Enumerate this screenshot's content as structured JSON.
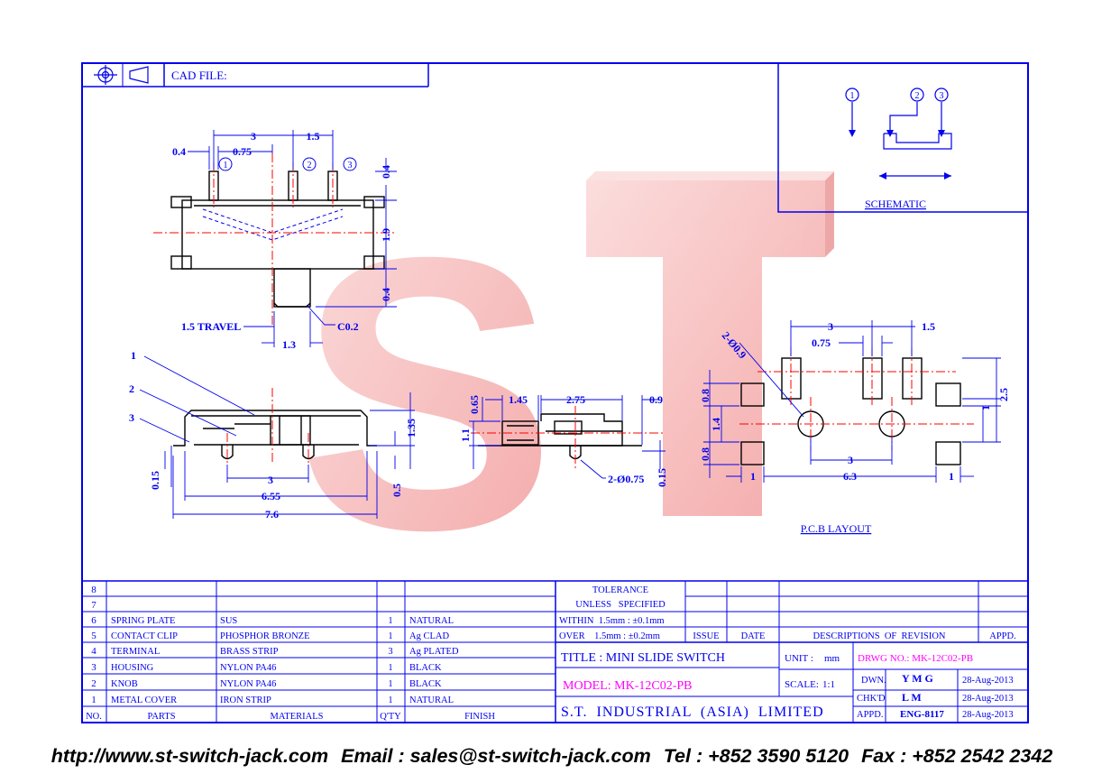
{
  "header": {
    "cad_file": "CAD FILE:"
  },
  "schematic": {
    "title": "SCHEMATIC",
    "pins": [
      "1",
      "2",
      "3"
    ]
  },
  "pcb": {
    "title": "P.C.B LAYOUT",
    "dims": {
      "d3_top": "3",
      "d1_5": "1.5",
      "d0_75": "0.75",
      "hole": "2-Ø0.9",
      "d2_5": "2.5",
      "d1": "1",
      "d0_8a": "0.8",
      "d1_4": "1.4",
      "d0_8b": "0.8",
      "d3_bot": "3",
      "d6_3": "6.3",
      "d1_left": "1",
      "d1_right": "1"
    }
  },
  "top_view": {
    "dims": {
      "d3": "3",
      "d1_5": "1.5",
      "d0_4": "0.4",
      "d0_75": "0.75",
      "d0_4_r": "0.4",
      "d1_9": "1.9",
      "d0_4_b": "0.4",
      "travel": "1.5 TRAVEL",
      "c0_2": "C0.2",
      "d1_3": "1.3"
    },
    "pins": [
      "1",
      "2",
      "3"
    ]
  },
  "front_view": {
    "callouts": [
      "1",
      "2",
      "3"
    ],
    "dims": {
      "d1_35": "1.35",
      "d0_15": "0.15",
      "d3": "3",
      "d0_5": "0.5",
      "d6_55": "6.55",
      "d7_6": "7.6"
    }
  },
  "side_view": {
    "dims": {
      "d0_65": "0.65",
      "d1_45": "1.45",
      "d2_75": "2.75",
      "d0_9": "0.9",
      "d1_1": "1.1",
      "d0_15": "0.15",
      "pin": "2-Ø0.75"
    }
  },
  "watermark": "ST",
  "bom": {
    "headers": {
      "no": "NO.",
      "parts": "PARTS",
      "materials": "MATERIALS",
      "qty": "Q'TY",
      "finish": "FINISH"
    },
    "rows": [
      {
        "no": "8",
        "part": "",
        "material": "",
        "qty": "",
        "finish": ""
      },
      {
        "no": "7",
        "part": "",
        "material": "",
        "qty": "",
        "finish": ""
      },
      {
        "no": "6",
        "part": "SPRING PLATE",
        "material": "SUS",
        "qty": "1",
        "finish": "NATURAL"
      },
      {
        "no": "5",
        "part": "CONTACT CLIP",
        "material": "PHOSPHOR BRONZE",
        "qty": "1",
        "finish": "Ag CLAD"
      },
      {
        "no": "4",
        "part": "TERMINAL",
        "material": "BRASS STRIP",
        "qty": "3",
        "finish": "Ag PLATED"
      },
      {
        "no": "3",
        "part": "HOUSING",
        "material": "NYLON PA46",
        "qty": "1",
        "finish": "BLACK"
      },
      {
        "no": "2",
        "part": "KNOB",
        "material": "NYLON PA46",
        "qty": "1",
        "finish": "BLACK"
      },
      {
        "no": "1",
        "part": "METAL COVER",
        "material": "IRON STRIP",
        "qty": "1",
        "finish": "NATURAL"
      }
    ]
  },
  "tolerance": {
    "line1": "TOLERANCE",
    "line2": "UNLESS   SPECIFIED",
    "line3": "WITHIN  1.5mm : ±0.1mm",
    "line4": "OVER    1.5mm : ±0.2mm"
  },
  "revision": {
    "issue": "ISSUE",
    "date": "DATE",
    "desc": "DESCRIPTIONS  OF  REVISION",
    "appd": "APPD."
  },
  "title_block": {
    "title": "TITLE : MINI SLIDE SWITCH",
    "unit_label": "UNIT :",
    "unit": "mm",
    "drwg_no": "DRWG NO.: MK-12C02-PB",
    "model": "MODEL: MK-12C02-PB",
    "scale_label": "SCALE:",
    "scale": "1:1",
    "company": "S.T.  INDUSTRIAL  (ASIA)  LIMITED",
    "dwn_label": "DWN.",
    "dwn": "Y M G",
    "dwn_date": "28-Aug-2013",
    "chkd_label": "CHK'D",
    "chkd": "L M",
    "chkd_date": "28-Aug-2013",
    "appd_label": "APPD.",
    "appd": "ENG-8117",
    "appd_date": "28-Aug-2013"
  },
  "footer": {
    "url": "http://www.st-switch-jack.com",
    "email": "Email : sales@st-switch-jack.com",
    "tel": "Tel : +852 3590 5120",
    "fax": "Fax : +852 2542 2342"
  },
  "colors": {
    "line": "#0000ee",
    "center": "#ff0000",
    "magenta": "#ff00ff",
    "watermark": "#f4a0a0"
  }
}
